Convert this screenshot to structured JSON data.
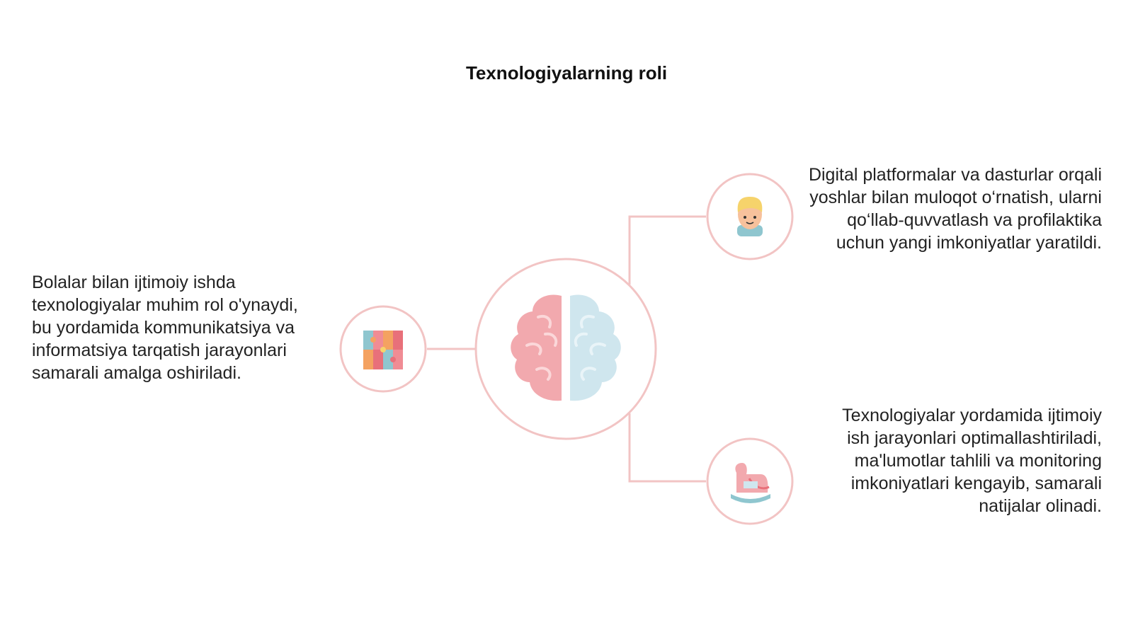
{
  "title": "Texnologiyalarning roli",
  "items": [
    {
      "text": "Bolalar bilan ijtimoiy ishda texnologiyalar muhim rol o'ynaydi, bu yordamida kommunikatsiya va informatsiya tarqatish jarayonlari samarali amalga oshiriladi.",
      "icon": "puzzle-icon"
    },
    {
      "text": "Digital platformalar va dasturlar orqali yoshlar bilan muloqot o‘rnatish, ularni qo‘llab-quvvatlash va profilaktika uchun yangi imkoniyatlar yaratildi.",
      "icon": "child-face-icon"
    },
    {
      "text": "Texnologiyalar yordamida ijtimoiy ish jarayonlari optimallashtiriladi, ma'lumotlar tahlili va monitoring imkoniyatlari kengayib, samarali natijalar olinadi.",
      "icon": "rocking-horse-icon"
    }
  ],
  "center_icon": "brain-icon",
  "colors": {
    "connector": "#f2c4c4",
    "pink": "#f0a3a8",
    "blue": "#cfe6ee",
    "teal": "#8fc6cf",
    "orange": "#f4a261",
    "yellow": "#f6d36b"
  }
}
